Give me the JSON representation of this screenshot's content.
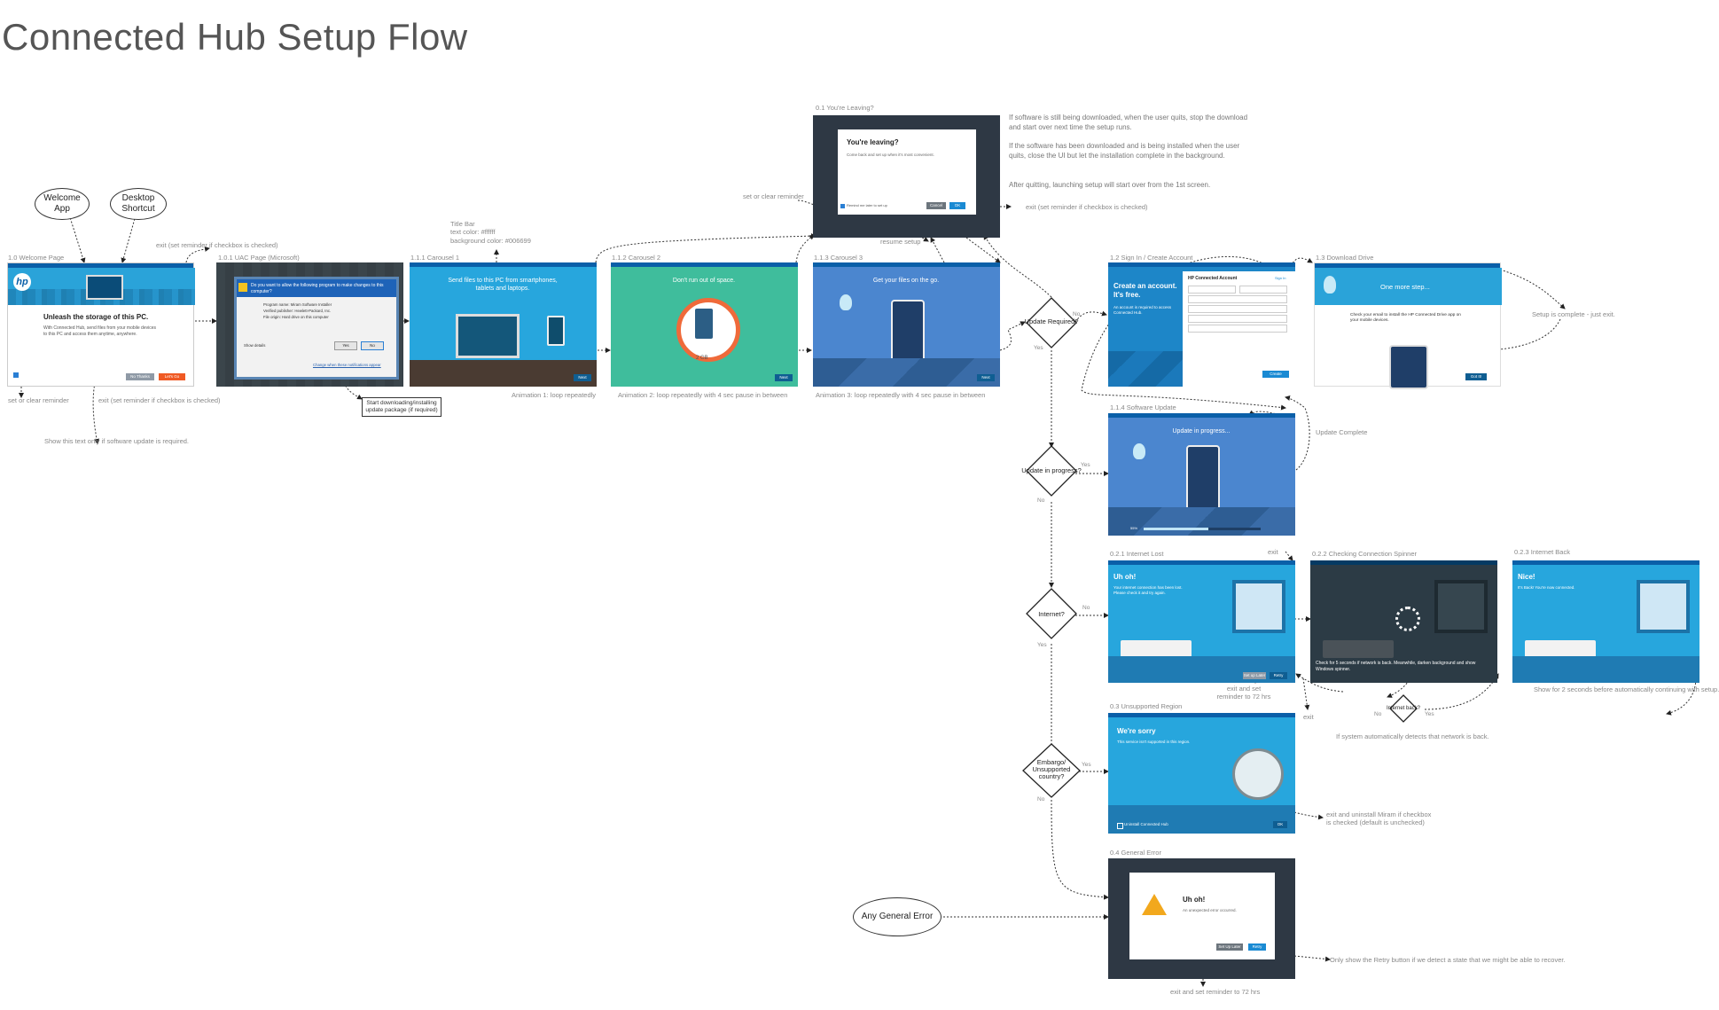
{
  "title": "Connected Hub Setup Flow",
  "start_nodes": {
    "welcome_app": "Welcome App",
    "desktop_shortcut": "Desktop Shortcut",
    "general_error": "Any General Error"
  },
  "decisions": {
    "update_required": "Update Required?",
    "update_in_progress": "Update in progress?",
    "internet": "Internet?",
    "embargo": "Embargo/ Unsupported country?",
    "internet_back": "Internet back?"
  },
  "yes": "Yes",
  "no": "No",
  "screens": {
    "welcome": {
      "label": "1.0 Welcome Page",
      "headline": "Unleash the storage of this PC.",
      "body": "With Connected Hub, send files from your mobile devices to this PC and access them anytime, anywhere.",
      "btn_no": "No Thanks",
      "btn_yes": "Let's Go"
    },
    "uac": {
      "label": "1.0.1 UAC Page (Microsoft)",
      "question": "Do you want to allow the following program to make changes to this computer?",
      "program_name": "Program name:  Miram Software Installer",
      "publisher": "Verified publisher:  Hewlett-Packard, Inc.",
      "origin": "File origin:  Hard drive on this computer",
      "show_details": "Show details",
      "yes": "Yes",
      "no": "No",
      "change_link": "Change when these notifications appear"
    },
    "carousel1": {
      "label": "1.1.1 Carousel 1",
      "text": "Send files to this PC from smartphones, tablets and laptops.",
      "next": "Next",
      "caption": "Animation 1: loop repeatedly"
    },
    "carousel2": {
      "label": "1.1.2 Carousel 2",
      "text": "Don't run out of space.",
      "gb": "2 GB",
      "next": "Next",
      "caption": "Animation 2: loop repeatedly with 4 sec pause in between"
    },
    "carousel3": {
      "label": "1.1.3 Carousel 3",
      "text": "Get your files on the go.",
      "next": "Next",
      "caption": "Animation 3: loop repeatedly with 4 sec pause in between"
    },
    "leaving": {
      "label": "0.1 You're Leaving?",
      "headline": "You're leaving?",
      "body": "Come back and set up when it's most convenient.",
      "checkbox": "Remind me later to set up",
      "cancel": "Cancel",
      "ok": "OK"
    },
    "signin": {
      "label": "1.2 Sign In / Create Account",
      "headline": "Create an account. It's free.",
      "body": "An account is required to access Connected Hub.",
      "form_title": "HP Connected Account",
      "signin": "Sign In",
      "create": "Create Account"
    },
    "download": {
      "label": "1.3 Download Drive",
      "headline": "One more step...",
      "body": "Check your email to install the HP Connected Drive app on your mobile devices.",
      "btn": "Got It!"
    },
    "software_update": {
      "label": "1.1.4 Software Update",
      "text": "Update in progress...",
      "pct": "55%"
    },
    "internet_lost": {
      "label": "0.2.1 Internet Lost",
      "headline": "Uh oh!",
      "body": "Your internet connection has been lost. Please check it and try again.",
      "later": "Set up Later",
      "retry": "Retry"
    },
    "spinner": {
      "label": "0.2.2 Checking Connection Spinner",
      "body": "Check for 5 seconds if network is back. Meanwhile, darken background and show Windows spinner."
    },
    "internet_back": {
      "label": "0.2.3 Internet Back",
      "headline": "Nice!",
      "body": "It's Back! You're now connected."
    },
    "unsupported": {
      "label": "0.3 Unsupported Region",
      "headline": "We're sorry",
      "body": "This service isn't supported in this region.",
      "checkbox": "Uninstall Connected Hub",
      "ok": "OK"
    },
    "general_error": {
      "label": "0.4 General Error",
      "headline": "Uh oh!",
      "body": "An unexpected error occurred.",
      "later": "Set Up Later",
      "retry": "Retry"
    }
  },
  "annotations": {
    "title_bar": "Title Bar\ntext color: #ffffff\nbackground color: #006699",
    "exit_reminder_top": "exit (set reminder if checkbox is checked)",
    "set_clear_left": "set or clear reminder",
    "exit_reminder_left": "exit (set reminder if checkbox is checked)",
    "show_text": "Show this text only if software update is required.",
    "start_download": "Start downloading/installing update package (if required)",
    "set_clear_top": "set or clear reminder",
    "resume_setup": "resume setup",
    "exit_leaving": "exit (set reminder if checkbox is checked)",
    "leaving_notes": [
      "If software is still being downloaded, when the user quits, stop the download and start over next time the setup runs.",
      "If the software has been downloaded and is being installed when the user quits, close the UI but let the installation complete in the background.",
      "After quitting, launching setup will start over from the 1st screen."
    ],
    "setup_complete": "Setup is complete - just exit.",
    "update_complete": "Update Complete",
    "exit_small": "exit",
    "exit_72": "exit and set reminder to 72 hrs",
    "exit_small2": "exit",
    "auto_detect": "If system automatically detects that network is back.",
    "show_2sec": "Show for 2 seconds before automatically continuing with setup.",
    "exit_uninstall": "exit and uninstall Miram if checkbox is checked (default is unchecked)",
    "retry_note": "Only show the Retry button if we detect a state that we might be able to recover.",
    "exit_72_bottom": "exit and set reminder to 72 hrs"
  }
}
